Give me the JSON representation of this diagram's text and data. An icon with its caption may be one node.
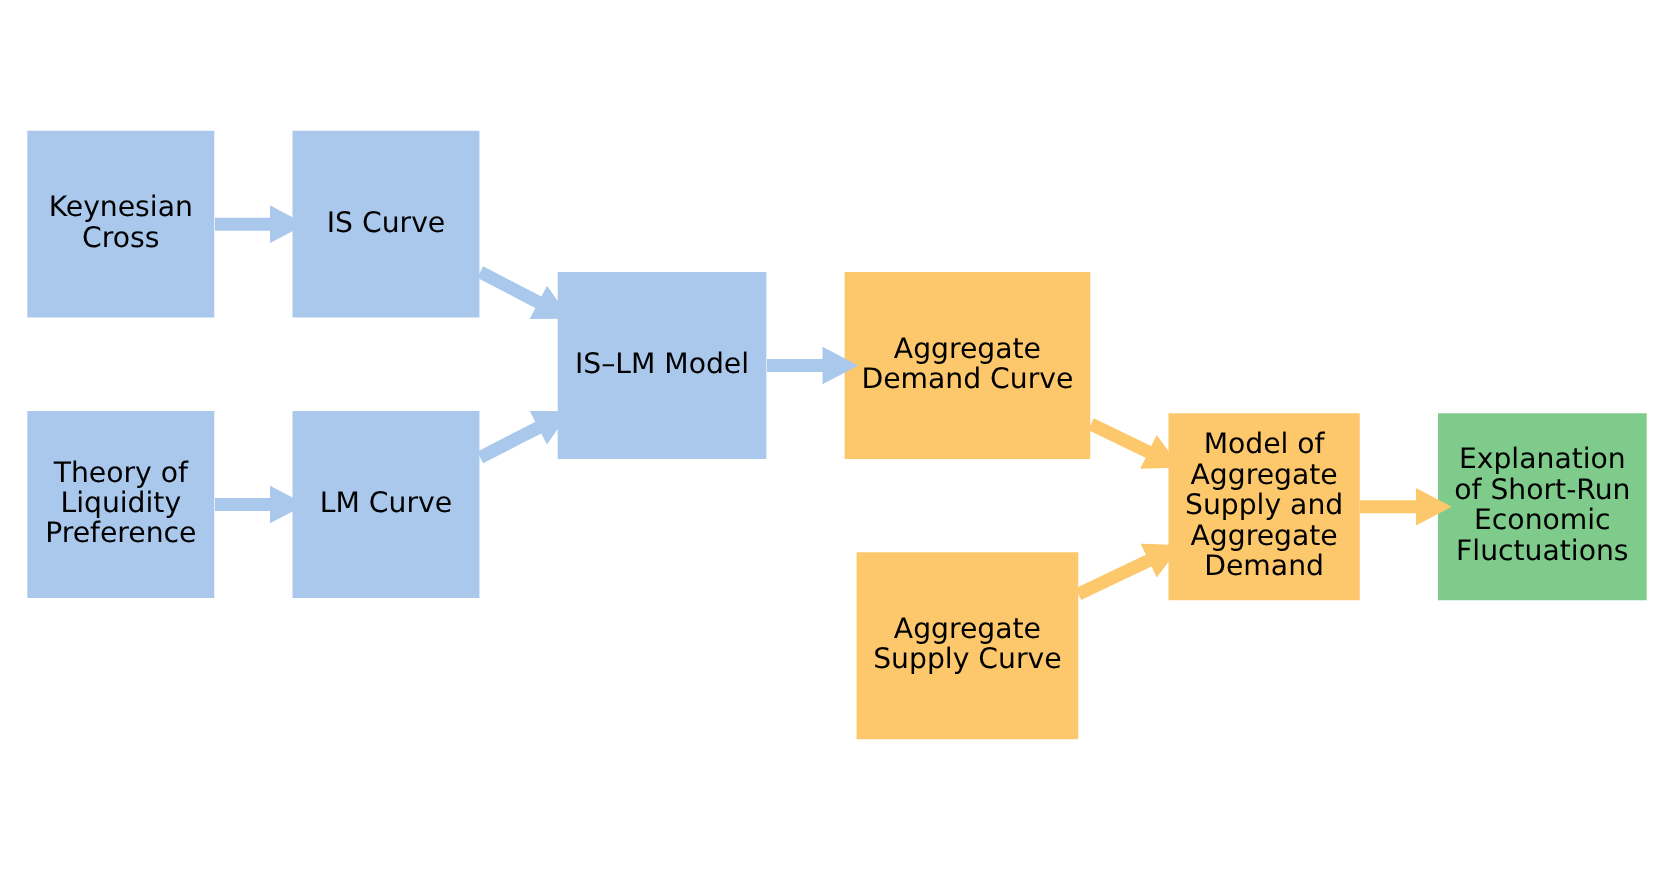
{
  "diagram": {
    "nodes": [
      {
        "text": [
          "Keynesian Cross"
        ]
      },
      {
        "text": [
          "IS Curve"
        ]
      },
      {
        "text": [
          "Theory of Liquidity Preference"
        ]
      },
      {
        "text": [
          "LM Curve"
        ]
      },
      {
        "text": [
          "IS–LM Model"
        ]
      },
      {
        "text": [
          "Aggregate Demand Curve"
        ]
      },
      {
        "text": [
          "Aggregate Supply Curve"
        ]
      },
      {
        "text": [
          "Model of Aggregate Supply and Aggregate Demand"
        ]
      },
      {
        "text": [
          "Explanation of Short-Run Economic Fluctuations"
        ]
      }
    ],
    "edges": [
      {
        "from": 0,
        "to": 1,
        "arrow": "to"
      },
      {
        "from": 2,
        "to": 3,
        "arrow": "to"
      },
      {
        "from": 1,
        "to": 4,
        "arrow": "to"
      },
      {
        "from": 3,
        "to": 4,
        "arrow": "to"
      },
      {
        "from": 4,
        "to": 5,
        "arrow": "to"
      },
      {
        "from": 5,
        "to": 7,
        "arrow": "to",
        "color": "#fdc86b"
      },
      {
        "from": 6,
        "to": 7,
        "arrow": "to",
        "color": "#fdc86b"
      },
      {
        "from": 7,
        "to": 8,
        "arrow": "to",
        "color": "#fdc86b"
      }
    ]
  }
}
